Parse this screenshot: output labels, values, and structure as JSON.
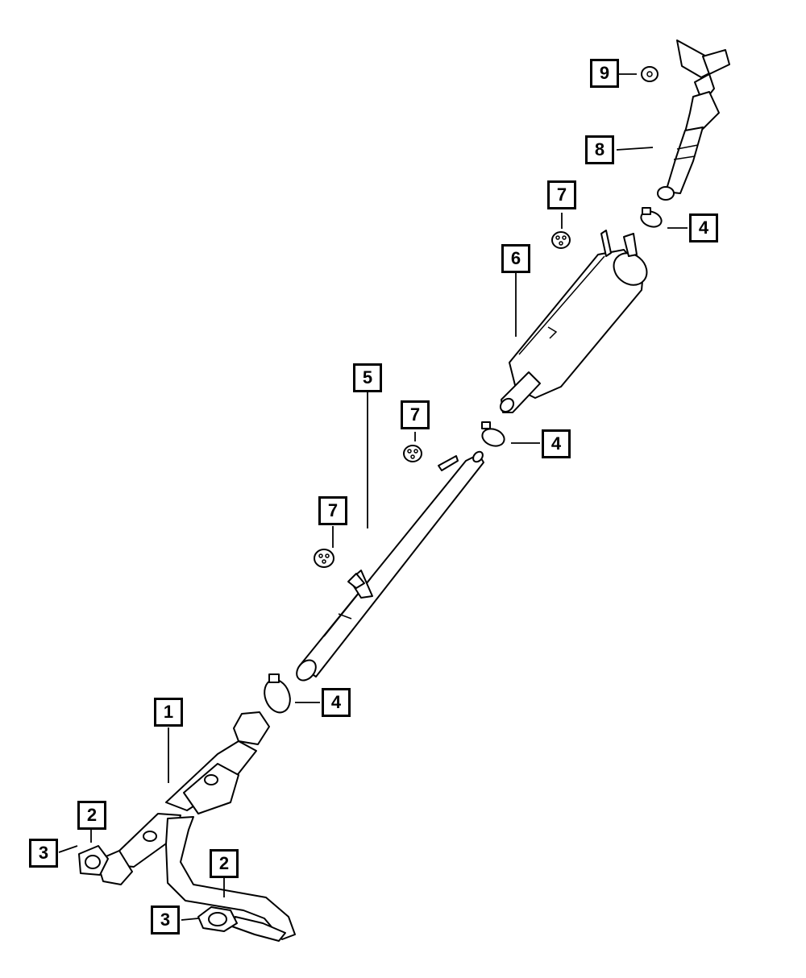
{
  "diagram": {
    "callouts": [
      {
        "id": "c9",
        "label": "9",
        "part": "isolator-small"
      },
      {
        "id": "c8",
        "label": "8",
        "part": "tailpipe"
      },
      {
        "id": "c7a",
        "label": "7",
        "part": "isolator"
      },
      {
        "id": "c4a",
        "label": "4",
        "part": "clamp"
      },
      {
        "id": "c6",
        "label": "6",
        "part": "muffler"
      },
      {
        "id": "c5",
        "label": "5",
        "part": "intermediate-pipe"
      },
      {
        "id": "c7b",
        "label": "7",
        "part": "isolator"
      },
      {
        "id": "c4b",
        "label": "4",
        "part": "clamp"
      },
      {
        "id": "c7c",
        "label": "7",
        "part": "isolator"
      },
      {
        "id": "c4c",
        "label": "4",
        "part": "clamp"
      },
      {
        "id": "c1",
        "label": "1",
        "part": "catalytic-converter"
      },
      {
        "id": "c2a",
        "label": "2",
        "part": "gasket-stud"
      },
      {
        "id": "c3a",
        "label": "3",
        "part": "flange-gasket"
      },
      {
        "id": "c2b",
        "label": "2",
        "part": "gasket-stud"
      },
      {
        "id": "c3b",
        "label": "3",
        "part": "flange-gasket"
      }
    ]
  }
}
